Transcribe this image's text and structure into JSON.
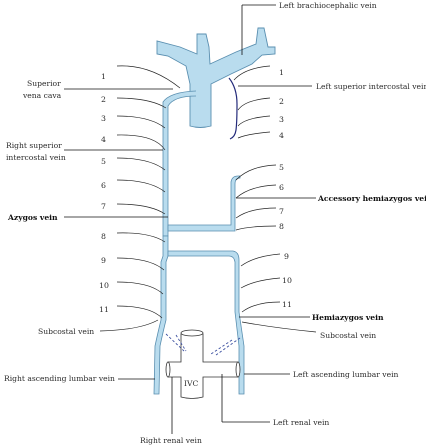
{
  "labels": {
    "left_brachiocephalic_vein": "Left brachiocephalic vein",
    "superior_vena_cava_line1": "Superior",
    "superior_vena_cava_line2": "vena cava",
    "left_superior_intercostal_vein": "Left superior intercostal vein",
    "right_superior_intercostal_line1": "Right superior",
    "right_superior_intercostal_line2": "intercostal vein",
    "azygos_vein": "Azygos vein",
    "accessory_hemiazygos_vein": "Accessory hemiazygos vein",
    "hemiazygos_vein": "Hemiazygos vein",
    "subcostal_vein_left": "Subcostal vein",
    "subcostal_vein_right": "Subcostal vein",
    "right_ascending_lumbar_vein": "Right ascending lumbar vein",
    "left_ascending_lumbar_vein": "Left ascending lumbar vein",
    "ivc": "IVC",
    "left_renal_vein": "Left renal vein",
    "right_renal_vein": "Right renal vein"
  },
  "right_side_numbers": [
    "1",
    "2",
    "3",
    "4",
    "5",
    "6",
    "7",
    "8",
    "9",
    "10",
    "11"
  ],
  "left_side_numbers": [
    "1",
    "2",
    "3",
    "4",
    "5",
    "6",
    "7",
    "8",
    "9",
    "10",
    "11"
  ],
  "colors": {
    "vein_fill": "#b9dcee",
    "vein_stroke": "#5a8fb0",
    "left_superior_intercostal": "#232a7a",
    "lines": "#111111",
    "text": "#2b2b2b"
  }
}
